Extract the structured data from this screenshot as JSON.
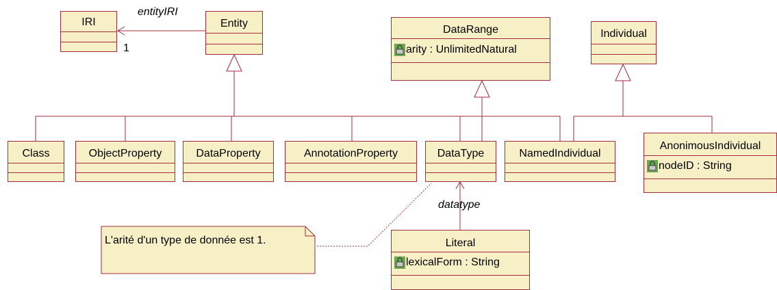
{
  "classes": {
    "iri": {
      "name": "IRI"
    },
    "entity": {
      "name": "Entity"
    },
    "datarange": {
      "name": "DataRange",
      "attribute": "arity : UnlimitedNatural"
    },
    "individual": {
      "name": "Individual"
    },
    "class": {
      "name": "Class"
    },
    "objectproperty": {
      "name": "ObjectProperty"
    },
    "dataproperty": {
      "name": "DataProperty"
    },
    "annotationproperty": {
      "name": "AnnotationProperty"
    },
    "datatype": {
      "name": "DataType"
    },
    "namedindividual": {
      "name": "NamedIndividual"
    },
    "anonimousindividual": {
      "name": "AnonimousIndividual",
      "attribute": "nodeID : String"
    },
    "literal": {
      "name": "Literal",
      "attribute": "lexicalForm : String"
    }
  },
  "associations": {
    "entity_iri": {
      "role": "entityIRI",
      "multiplicity": "1"
    },
    "literal_datatype": {
      "role": "datatype"
    }
  },
  "note": {
    "text": "L'arité d'un type de donnée est 1."
  },
  "colors": {
    "fill": "#f7f0c6",
    "stroke": "#a32a3a",
    "lock_icon": "#6aa84f"
  },
  "icons": {
    "attribute": "lock-icon"
  }
}
